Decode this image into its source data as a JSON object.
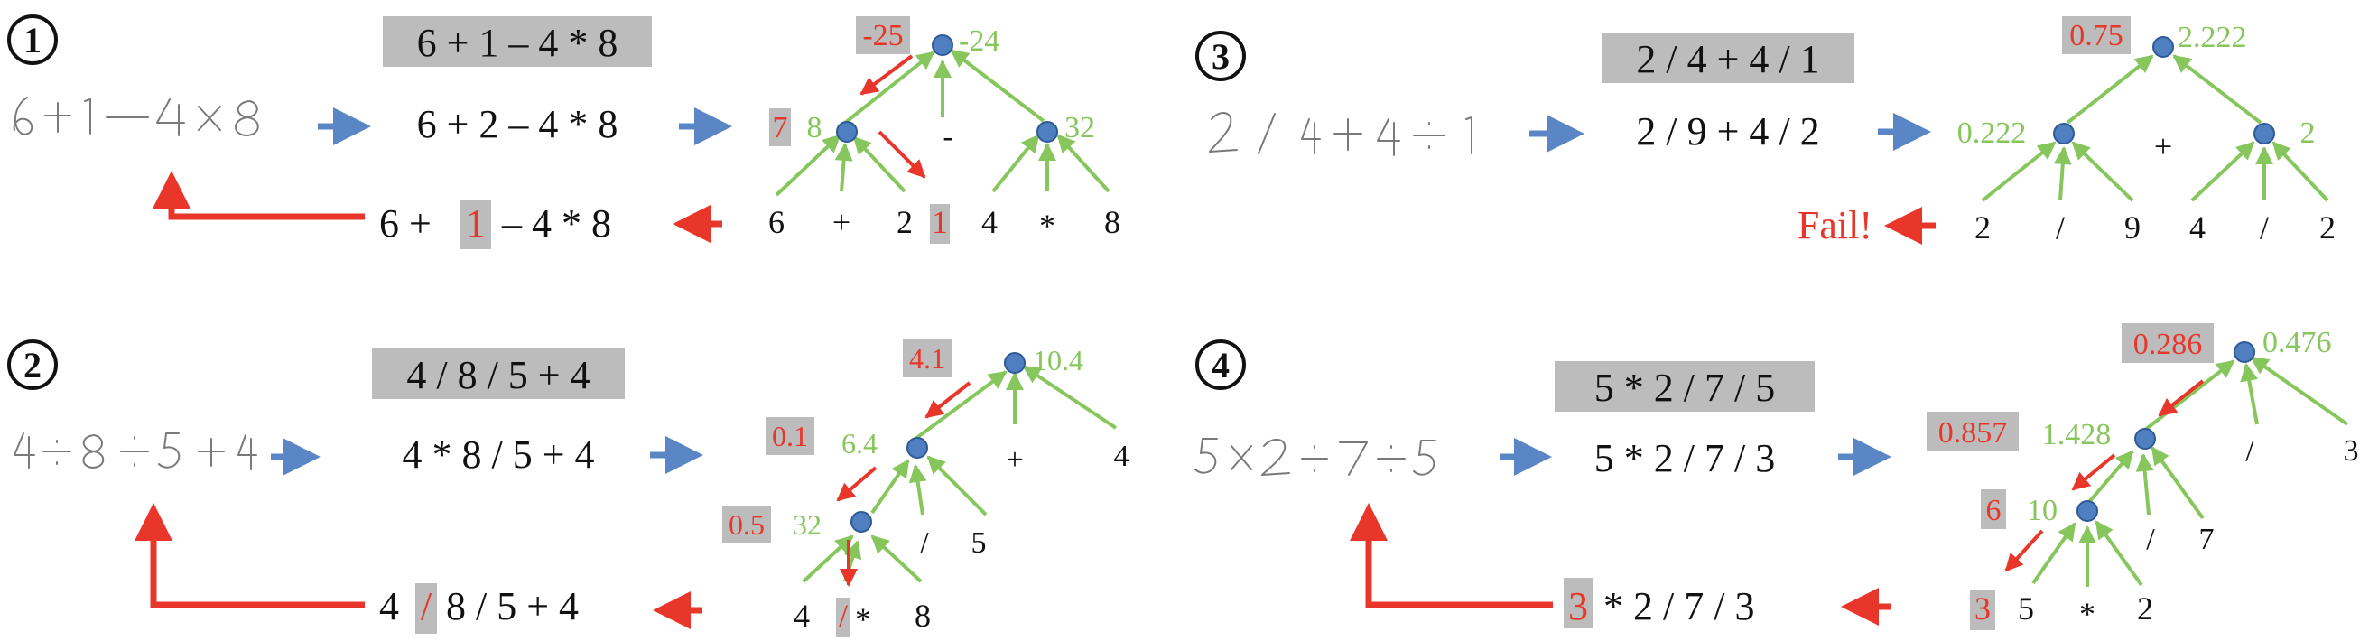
{
  "panels": [
    {
      "num": "1",
      "gt": "6 + 1 – 4 * 8",
      "pred": "6 + 2 – 4 * 8",
      "corr": {
        "pre": "6 +",
        "fix": "1",
        "post": "– 4 * 8"
      },
      "leaves": [
        "6",
        "+",
        "2",
        "1",
        "4",
        "*",
        "8"
      ],
      "opLabels": [
        "-"
      ],
      "greenVals": [
        "8",
        "-24",
        "32"
      ],
      "redVals": [
        "7",
        "-25"
      ]
    },
    {
      "num": "2",
      "gt": "4 / 8 / 5 + 4",
      "pred": "4 * 8 / 5 + 4",
      "corr": {
        "fix": "/",
        "pre": "4",
        "post": "8 / 5 + 4"
      },
      "leaves": [
        "4",
        "/",
        "*",
        "8"
      ],
      "opLabels": [
        "/",
        "5",
        "+",
        "4"
      ],
      "greenVals": [
        "32",
        "6.4",
        "10.4"
      ],
      "redVals": [
        "0.5",
        "0.1",
        "4.1"
      ]
    },
    {
      "num": "3",
      "gt": "2 / 4 + 4 / 1",
      "pred": "2 / 9 + 4 / 2",
      "fail": "Fail!",
      "leaves": [
        "2",
        "/",
        "9",
        "4",
        "/",
        "2"
      ],
      "opLabels": [
        "+"
      ],
      "greenVals": [
        "0.222",
        "2.222",
        "2"
      ],
      "redVals": [
        "0.75"
      ]
    },
    {
      "num": "4",
      "gt": "5 * 2 / 7 / 5",
      "pred": "5 * 2 / 7 / 3",
      "corr": {
        "fix": "3",
        "post": "* 2 / 7 / 3"
      },
      "leaves": [
        "3",
        "5",
        "*",
        "2"
      ],
      "opLabels": [
        "/",
        "7",
        "/",
        "3"
      ],
      "greenVals": [
        "10",
        "1.428",
        "0.476"
      ],
      "redVals": [
        "6",
        "0.857",
        "0.286"
      ]
    }
  ],
  "colors": {
    "green": "#86c65c",
    "red": "#e8362b",
    "blue": "#5b86c5",
    "node": "#4f7fc0",
    "highlight": "#bcbcbc"
  }
}
